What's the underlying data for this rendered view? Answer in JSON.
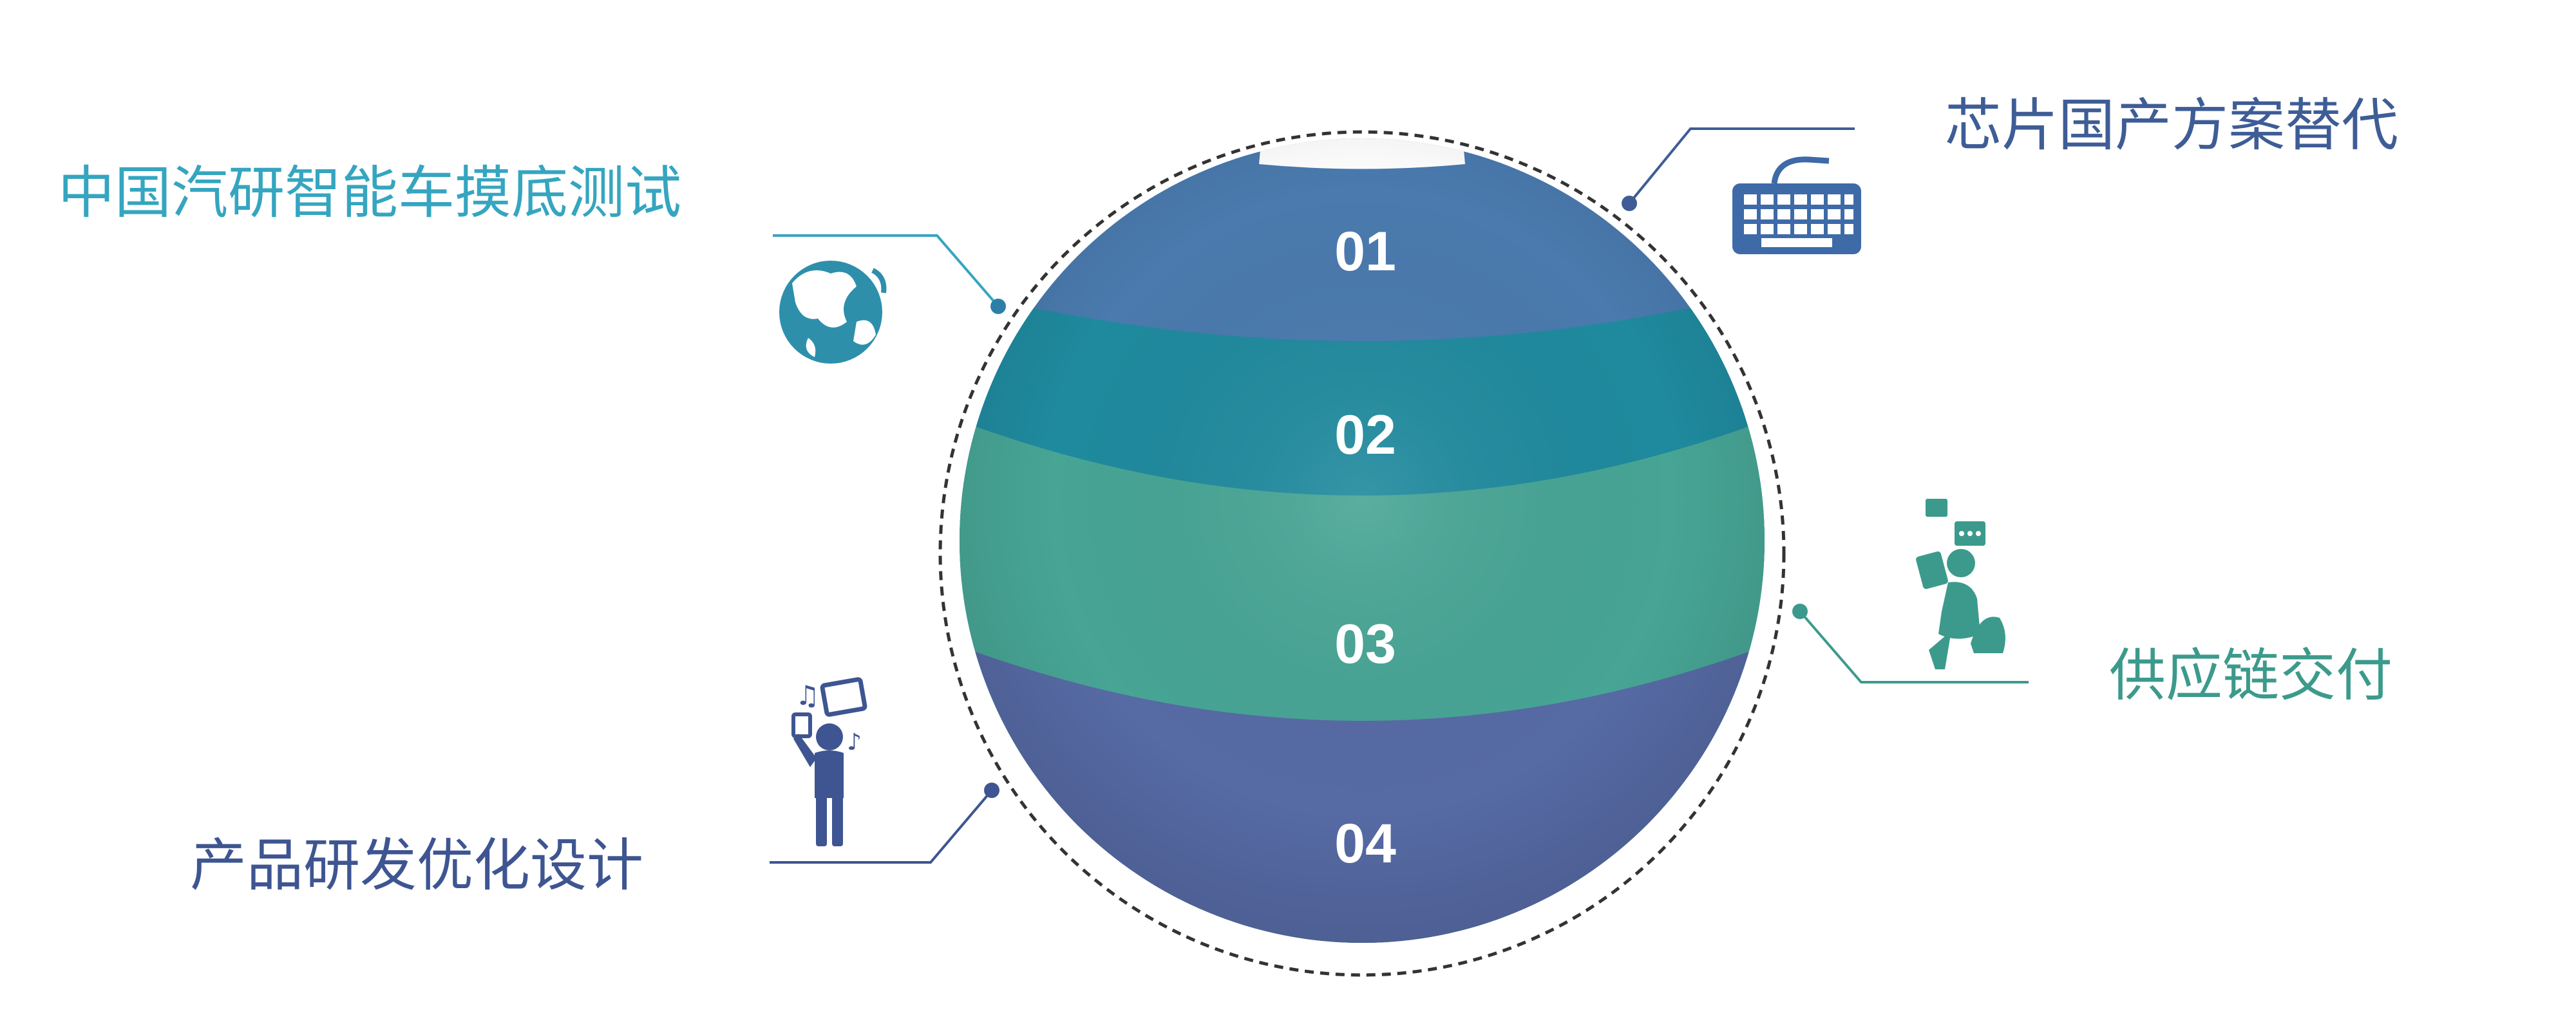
{
  "segments": [
    {
      "number": "01",
      "color": "#4A7AAE"
    },
    {
      "number": "02",
      "color": "#1F8A9E"
    },
    {
      "number": "03",
      "color": "#47A595"
    },
    {
      "number": "04",
      "color": "#566AA4"
    }
  ],
  "labels": {
    "top_left": {
      "text": "中国汽研智能车摸底测试",
      "color": "#35A5C0",
      "icon": "globe-icon"
    },
    "top_right": {
      "text": "芯片国产方案替代",
      "color": "#3E5D96",
      "icon": "keyboard-icon"
    },
    "right": {
      "text": "供应链交付",
      "color": "#3C9A8C",
      "icon": "person-kneeling-with-tablet-icon"
    },
    "bottom_left": {
      "text": "产品研发优化设计",
      "color": "#3E5592",
      "icon": "person-juggling-devices-icon"
    }
  }
}
